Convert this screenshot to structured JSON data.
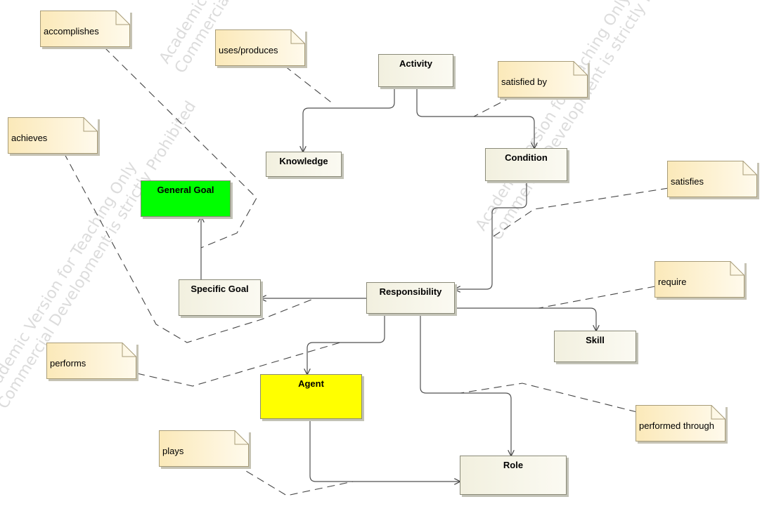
{
  "watermarks": [
    {
      "line1": "Academic Version for Teaching Only",
      "line2": "Commercial Development is strictly Prohibited"
    },
    {
      "line1": "Academic Version for Teaching Only",
      "line2": "Commercial Development is strictly Prohibited"
    },
    {
      "line1": "Academic Version for Teaching Only",
      "line2": "Commercial Development is strictly Prohibited"
    }
  ],
  "classes": {
    "activity": "Activity",
    "knowledge": "Knowledge",
    "condition": "Condition",
    "general_goal": "General Goal",
    "specific_goal": "Specific Goal",
    "responsibility": "Responsibility",
    "skill": "Skill",
    "agent": "Agent",
    "role": "Role"
  },
  "notes": {
    "accomplishes": "accomplishes",
    "uses_produces": "uses/produces",
    "satisfied_by": "satisfied by",
    "achieves": "achieves",
    "satisfies": "satisfies",
    "require": "require",
    "performs": "performs",
    "performed_through": "performed through",
    "plays": "plays"
  },
  "colors": {
    "general_goal_fill": "#00ff00",
    "agent_fill": "#ffff00",
    "note_fill": "#fdf0c8",
    "class_fill": "#f5f3e3"
  }
}
